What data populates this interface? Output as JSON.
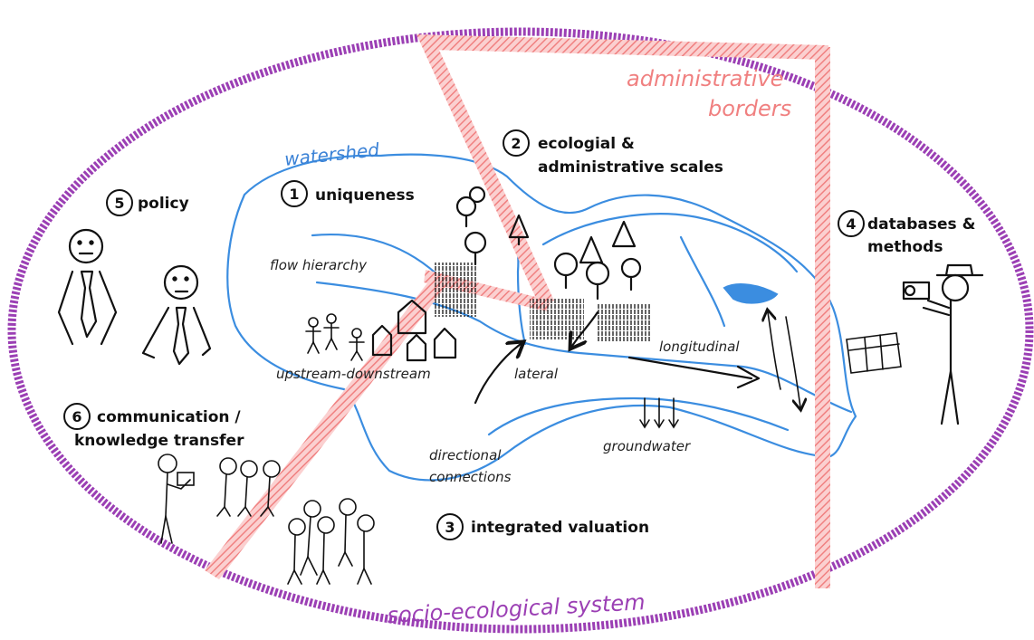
{
  "labels": {
    "watershed": "watershed",
    "admin_borders_1": "administrative",
    "admin_borders_2": "borders",
    "socio": "socio-ecological system",
    "flow_hierarchy": "flow hierarchy",
    "upstream": "upstream-downstream",
    "lateral": "lateral",
    "longitudinal": "longitudinal",
    "groundwater": "groundwater",
    "directional_1": "directional",
    "directional_2": "connections"
  },
  "themes": [
    {
      "num": "1",
      "text": "uniqueness"
    },
    {
      "num": "2",
      "text_1": "ecologial &",
      "text_2": "administrative scales"
    },
    {
      "num": "3",
      "text": "integrated valuation"
    },
    {
      "num": "4",
      "text_1": "databases &",
      "text_2": "methods"
    },
    {
      "num": "5",
      "text": "policy"
    },
    {
      "num": "6",
      "text_1": "communication /",
      "text_2": "knowledge transfer"
    }
  ],
  "colors": {
    "ellipse": "#9b3fb4",
    "border": "#f08080",
    "river": "#3b8de0",
    "ink": "#111111"
  }
}
